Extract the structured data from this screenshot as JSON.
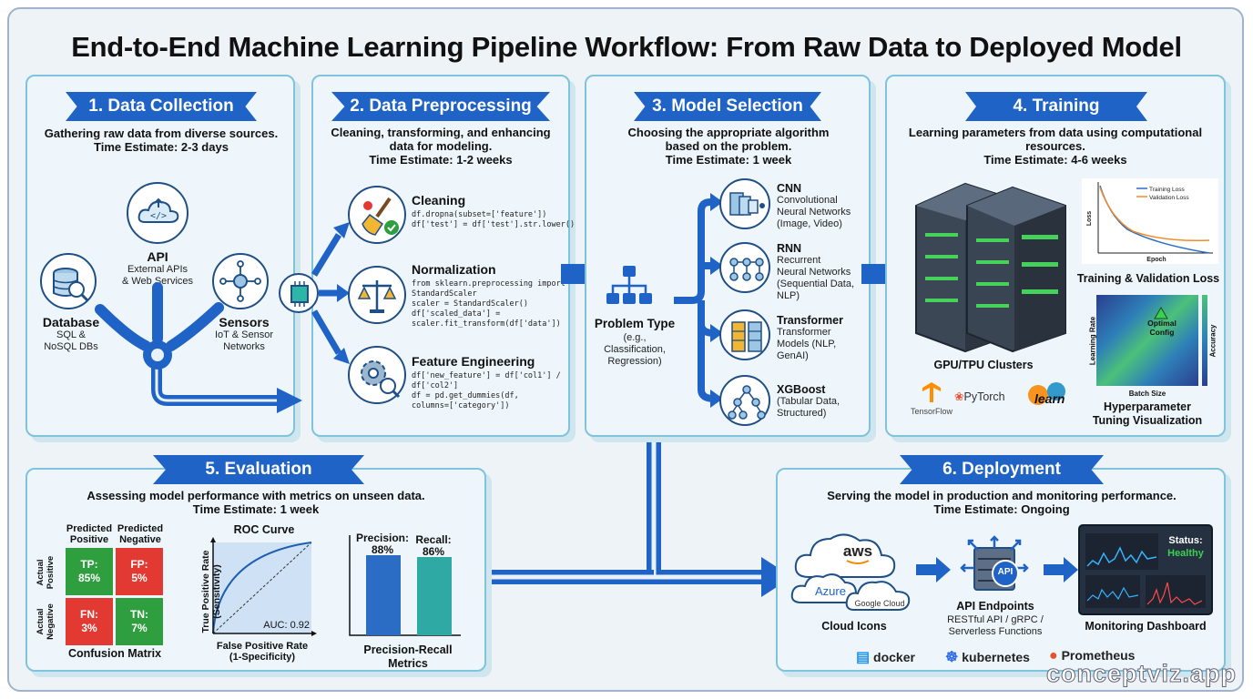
{
  "title": "End-to-End Machine Learning Pipeline Workflow: From Raw Data to Deployed Model",
  "watermark": "conceptviz.app",
  "collection": {
    "heading": "1. Data Collection",
    "desc1": "Gathering raw data from diverse sources.",
    "desc2": "Time Estimate: 2-3 days",
    "api": {
      "label": "API",
      "sub1": "External APIs",
      "sub2": "& Web Services"
    },
    "database": {
      "label": "Database",
      "sub1": "SQL &",
      "sub2": "NoSQL DBs"
    },
    "sensors": {
      "label": "Sensors",
      "sub1": "IoT & Sensor",
      "sub2": "Networks"
    }
  },
  "preprocessing": {
    "heading": "2. Data Preprocessing",
    "desc1": "Cleaning, transforming, and enhancing",
    "desc2": "data for modeling.",
    "desc3": "Time Estimate: 1-2 weeks",
    "cleaning": {
      "label": "Cleaning",
      "code": "df.dropna(subset=['feature'])\ndf['test'] = df['test'].str.lower()"
    },
    "normalization": {
      "label": "Normalization",
      "code": "from sklearn.preprocessing import\nStandardScaler\nscaler = StandardScaler()\ndf['scaled_data'] =\nscaler.fit_transform(df['data'])"
    },
    "feature": {
      "label": "Feature Engineering",
      "code": "df['new_feature'] = df['col1'] /\ndf['col2']\ndf = pd.get_dummies(df,\ncolumns=['category'])"
    }
  },
  "selection": {
    "heading": "3. Model Selection",
    "desc1": "Choosing the appropriate algorithm",
    "desc2": "based on the problem.",
    "desc3": "Time Estimate: 1 week",
    "problem": {
      "label": "Problem Type",
      "sub1": "(e.g.,",
      "sub2": "Classification,",
      "sub3": "Regression)"
    },
    "models": [
      {
        "name": "CNN",
        "l1": "Convolutional",
        "l2": "Neural Networks",
        "l3": "(Image, Video)"
      },
      {
        "name": "RNN",
        "l1": "Recurrent",
        "l2": "Neural Networks",
        "l3": "(Sequential Data,",
        "l4": "NLP)"
      },
      {
        "name": "Transformer",
        "l1": "Transformer",
        "l2": "Models (NLP,",
        "l3": "GenAI)"
      },
      {
        "name": "XGBoost",
        "l1": "(Tabular Data,",
        "l2": "Structured)"
      }
    ]
  },
  "training": {
    "heading": "4. Training",
    "desc1": "Learning parameters from data using computational",
    "desc2": "resources.",
    "desc3": "Time Estimate: 4-6 weeks",
    "gpu_label": "GPU/TPU Clusters",
    "tensorflow": "TensorFlow",
    "pytorch": "PyTorch",
    "sklearn": "learn",
    "loss": {
      "title": "Training & Validation Loss",
      "legend_train": "Training Loss",
      "legend_val": "Validation Loss",
      "xlabel": "Epoch",
      "ylabel": "Loss"
    },
    "heat": {
      "optimal1": "Optimal",
      "optimal2": "Config",
      "xlabel": "Batch Size",
      "ylabel": "Learning Rate",
      "cbar": "Accuracy",
      "title1": "Hyperparameter",
      "title2": "Tuning Visualization"
    }
  },
  "evaluation": {
    "heading": "5. Evaluation",
    "desc1": "Assessing model performance with metrics on unseen data.",
    "desc2": "Time Estimate: 1 week",
    "cm": {
      "pred_pos1": "Predicted",
      "pred_pos2": "Positive",
      "pred_neg1": "Predicted",
      "pred_neg2": "Negative",
      "act_pos": "Actual Positive",
      "act_neg": "Actual Negative",
      "tp": "TP:",
      "tp_v": "85%",
      "fp": "FP:",
      "fp_v": "5%",
      "fn": "FN:",
      "fn_v": "3%",
      "tn": "TN:",
      "tn_v": "7%",
      "title": "Confusion Matrix",
      "colors": {
        "tp": "#2e9e3e",
        "fp": "#e23a33",
        "fn": "#e23a33",
        "tn": "#2e9e3e"
      }
    },
    "roc": {
      "title": "ROC Curve",
      "auc": "AUC: 0.92",
      "xlabel1": "False Positive Rate",
      "xlabel2": "(1-Specificity)",
      "ylabel1": "True Positive Rate",
      "ylabel2": "(Sensitivity)"
    },
    "pr": {
      "precision_label": "Precision:",
      "precision_value": "88%",
      "recall_label": "Recall:",
      "recall_value": "86%",
      "title1": "Precision-Recall",
      "title2": "Metrics",
      "precision": 88,
      "recall": 86
    }
  },
  "deployment": {
    "heading": "6. Deployment",
    "desc1": "Serving the model in production and monitoring performance.",
    "desc2": "Time Estimate: Ongoing",
    "aws": "aws",
    "azure": "Azure",
    "gcloud": "Google Cloud",
    "cloud_label": "Cloud Icons",
    "api_badge": "API",
    "api_label": "API Endpoints",
    "api_sub1": "RESTful API / gRPC /",
    "api_sub2": "Serverless Functions",
    "status_label": "Status:",
    "status_value": "Healthy",
    "monitor_label": "Monitoring Dashboard",
    "docker": "docker",
    "kubernetes": "kubernetes",
    "prometheus": "Prometheus"
  }
}
